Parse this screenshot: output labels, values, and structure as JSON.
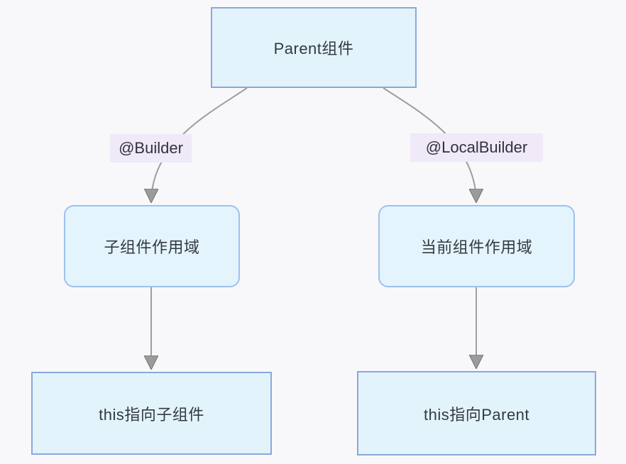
{
  "diagram": {
    "type": "flowchart",
    "direction": "top-down",
    "nodes": {
      "parent": {
        "label": "Parent组件",
        "shape": "rect"
      },
      "child_scope": {
        "label": "子组件作用域",
        "shape": "rounded"
      },
      "current_scope": {
        "label": "当前组件作用域",
        "shape": "rounded"
      },
      "this_child": {
        "label": "this指向子组件",
        "shape": "rect"
      },
      "this_parent": {
        "label": "this指向Parent",
        "shape": "rect"
      }
    },
    "edges": [
      {
        "from": "parent",
        "to": "child_scope",
        "label": "@Builder"
      },
      {
        "from": "parent",
        "to": "current_scope",
        "label": "@LocalBuilder"
      },
      {
        "from": "child_scope",
        "to": "this_child",
        "label": ""
      },
      {
        "from": "current_scope",
        "to": "this_parent",
        "label": ""
      }
    ],
    "colors": {
      "background": "#f8f8fb",
      "node_fill": "#e3f3fc",
      "node_border": "#8aa7db",
      "rounded_node_border": "#9dc1ee",
      "edge_label_bg": "#efe9f8",
      "edge_line": "#9e9e9e",
      "arrowhead": "#999999",
      "text": "#333a41"
    }
  }
}
